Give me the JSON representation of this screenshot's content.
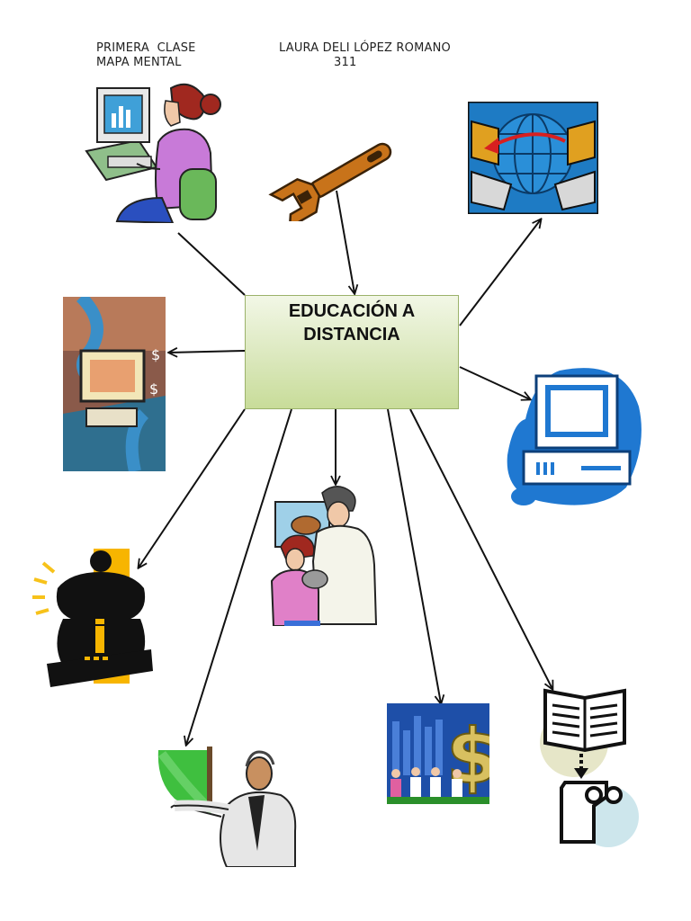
{
  "header": {
    "left_line1": "PRIMERA  CLASE",
    "left_line2": "MAPA MENTAL",
    "right_line1": "LAURA DELI LÓPEZ ROMANO",
    "right_line2": "311"
  },
  "diagram": {
    "type": "mind-map",
    "center": "EDUCACIÓN A DISTANCIA",
    "branches": [
      {
        "icon": "woman-at-computer-icon"
      },
      {
        "icon": "wrench-icon"
      },
      {
        "icon": "networked-computers-globe-icon"
      },
      {
        "icon": "digital-commerce-icon"
      },
      {
        "icon": "blue-computer-icon"
      },
      {
        "icon": "information-kiosk-icon"
      },
      {
        "icon": "vet-with-child-icon"
      },
      {
        "icon": "presenter-at-board-icon"
      },
      {
        "icon": "money-business-icon"
      },
      {
        "icon": "book-to-learning-icon"
      }
    ]
  },
  "colors": {
    "center_fill": "#d5e4b0",
    "center_border": "#9bb26a",
    "line": "#111111"
  }
}
